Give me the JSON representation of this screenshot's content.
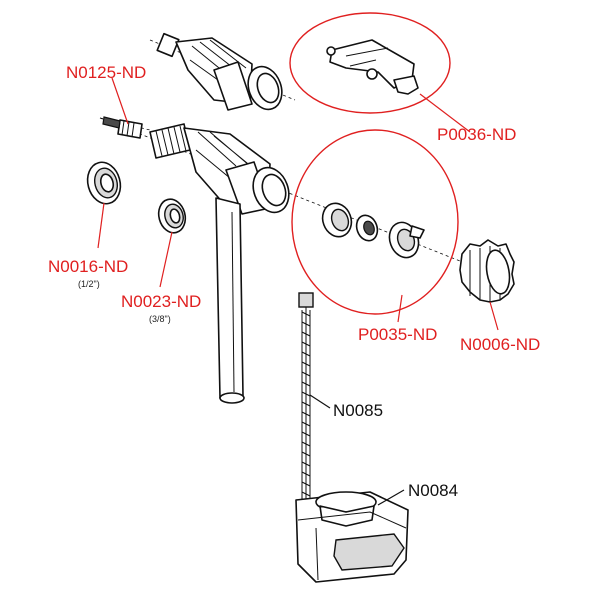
{
  "title": "Fill valve exploded parts diagram",
  "colors": {
    "accent": "#e02020",
    "ink": "#111111",
    "background": "#ffffff"
  },
  "labels": {
    "n0125": "N0125-ND",
    "p0036": "P0036-ND",
    "n0016": "N0016-ND",
    "n0016_size": "(1/2\")",
    "n0023": "N0023-ND",
    "n0023_size": "(3/8\")",
    "p0035": "P0035-ND",
    "n0006": "N0006-ND",
    "n0085": "N0085",
    "n0084": "N0084"
  }
}
